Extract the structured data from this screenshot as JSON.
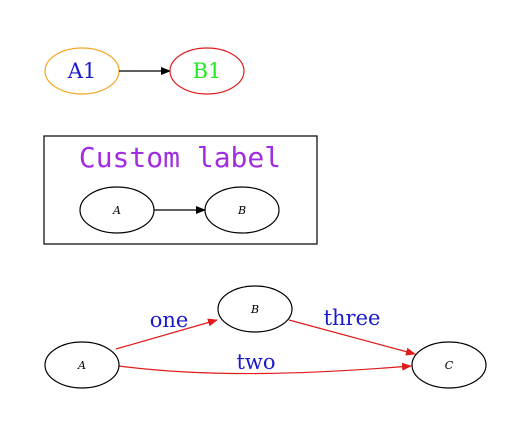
{
  "graph1": {
    "nodes": {
      "a1": {
        "label": "A1",
        "border_color": "#f5a623",
        "text_color": "#1a1acd"
      },
      "b1": {
        "label": "B1",
        "border_color": "#e01b1b",
        "text_color": "#1fe81f"
      }
    },
    "edges": [
      {
        "from": "A1",
        "to": "B1",
        "color": "#000000"
      }
    ]
  },
  "cluster": {
    "label": "Custom label",
    "label_color": "#a22de0",
    "nodes": {
      "a": {
        "label": "A"
      },
      "b": {
        "label": "B"
      }
    },
    "edges": [
      {
        "from": "A",
        "to": "B",
        "color": "#000000"
      }
    ]
  },
  "graph3": {
    "nodes": {
      "a": {
        "label": "A"
      },
      "b": {
        "label": "B"
      },
      "c": {
        "label": "C"
      }
    },
    "edge_color": "#e01b1b",
    "label_color": "#1a1acd",
    "edges": [
      {
        "from": "A",
        "to": "B",
        "label": "one"
      },
      {
        "from": "A",
        "to": "C",
        "label": "two"
      },
      {
        "from": "B",
        "to": "C",
        "label": "three"
      }
    ]
  }
}
